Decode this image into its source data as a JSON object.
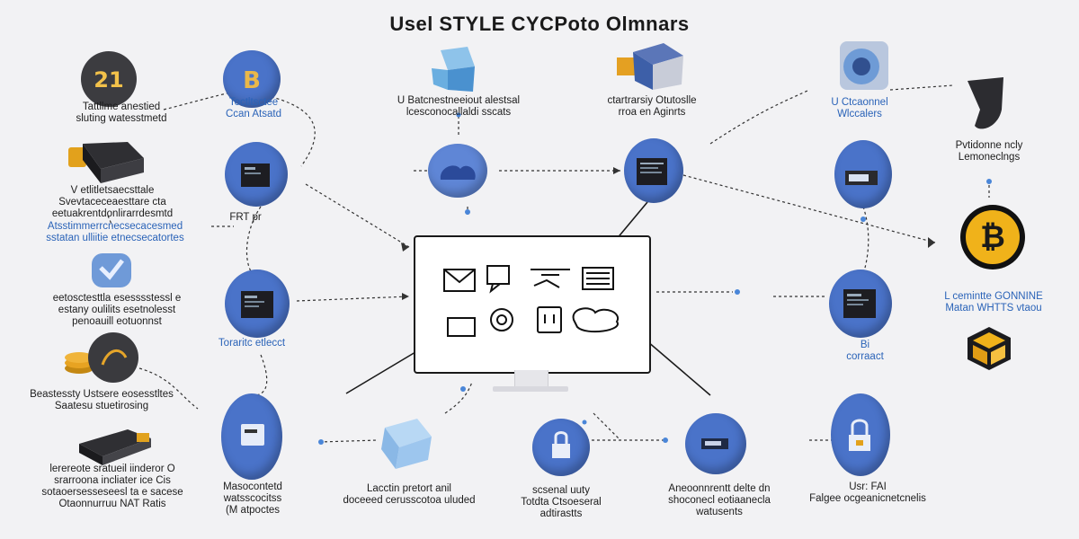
{
  "title": "Usel STYLE CYCPoto Olmnars",
  "icons": {
    "bitcoin": "bitcoin-icon",
    "cube": "cube-icon",
    "monitor": "monitor-icon",
    "wallet": "wallet-icon"
  },
  "colors": {
    "node": "#4a73c9",
    "label_blue": "#2a63b8",
    "coin": "#f0b21a",
    "background": "#f2f2f4"
  },
  "left_column": [
    {
      "label": "Tattllme anestied\nsluting watesstmetd"
    },
    {
      "label": "V etlitletsaecsttale\nSvevtaceceaesttare cta\neetuakrentdonlirarrdesmtd"
    },
    {
      "label": "Atsstimmerrcnecsecacesmed\nsstatan ulliitie etnecsecatortes",
      "blue": true
    },
    {
      "label": "eetosctesttla esesssstessl e\nestany oulilits esetnolesst\npenoauill eotuonnst"
    },
    {
      "label": "Beastessty Ustsere eosesstltes\nSaatesu stuetirosing"
    },
    {
      "label": "lerereote sratueil iinderor O\nsrarroona incliater ice Cis\nsotaoersesseseesl ta e sacese\nOtaonnurruu NAT Ratis"
    }
  ],
  "node_labels": {
    "n1": "Toctltsctee\nCcan Atsatd",
    "n2": "FRT pr",
    "n3": "Toraritc etlecct",
    "n4": "Masocontetd\nwatsscocitss\n(M atpoctes",
    "top_mid": "U Batcnestneeiout alestsal\nlcesconocallaldi sscats",
    "top_right": "ctartrarsiy Otutoslle\nrroa en Aginrts",
    "right_top": "U Ctcaonnel\nWlccalers",
    "right_mid": "Bi\ncorraact",
    "bottom_1": "Lacctin pretort anil\ndoceeed cerusscotoa uluded",
    "bottom_2": "scsenal uuty\nTotdta Ctsoeseral\nadtirastts",
    "bottom_3": "Aneoonnrentt delte dn\nshoconecl eotiaanecla\nwatusents",
    "bottom_4": "Usr: FAI\nFalgee ocgeanicnetcnelis"
  },
  "right_column": [
    {
      "label": "Pvtidonne ncly\nLemoneclngs"
    },
    {
      "label": "L cemintte GONNINE\nMatan WHTTS vtaou",
      "blue": true
    }
  ]
}
